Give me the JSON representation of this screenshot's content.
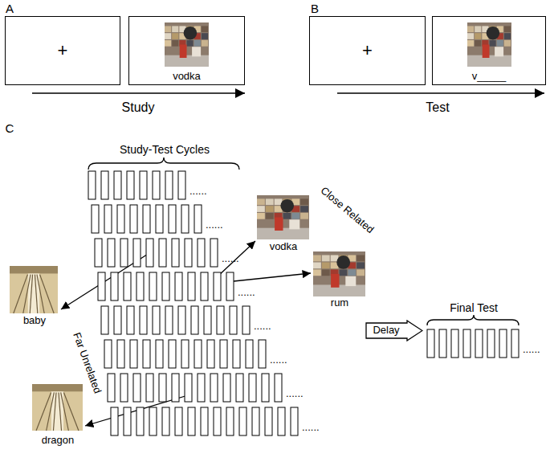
{
  "diagram": {
    "nodes": [
      {
        "text": [
          "+"
        ]
      },
      {
        "text": [
          "vodka"
        ]
      },
      {
        "text": [
          "+"
        ]
      },
      {
        "text": [
          "v_____"
        ]
      },
      {
        "text": [
          "vodka"
        ]
      },
      {
        "text": [
          "rum"
        ]
      },
      {
        "text": [
          "baby"
        ]
      },
      {
        "text": [
          "dragon"
        ]
      },
      {
        "text": [
          "Delay"
        ]
      }
    ],
    "labels": [
      "A",
      "B",
      "Study",
      "Test",
      "C",
      "Study-Test Cycles",
      "Close Related",
      "Far Unrelated",
      "Final Test",
      "......",
      "......",
      "......",
      "......",
      "......",
      "......",
      "......",
      "......",
      "......"
    ]
  }
}
